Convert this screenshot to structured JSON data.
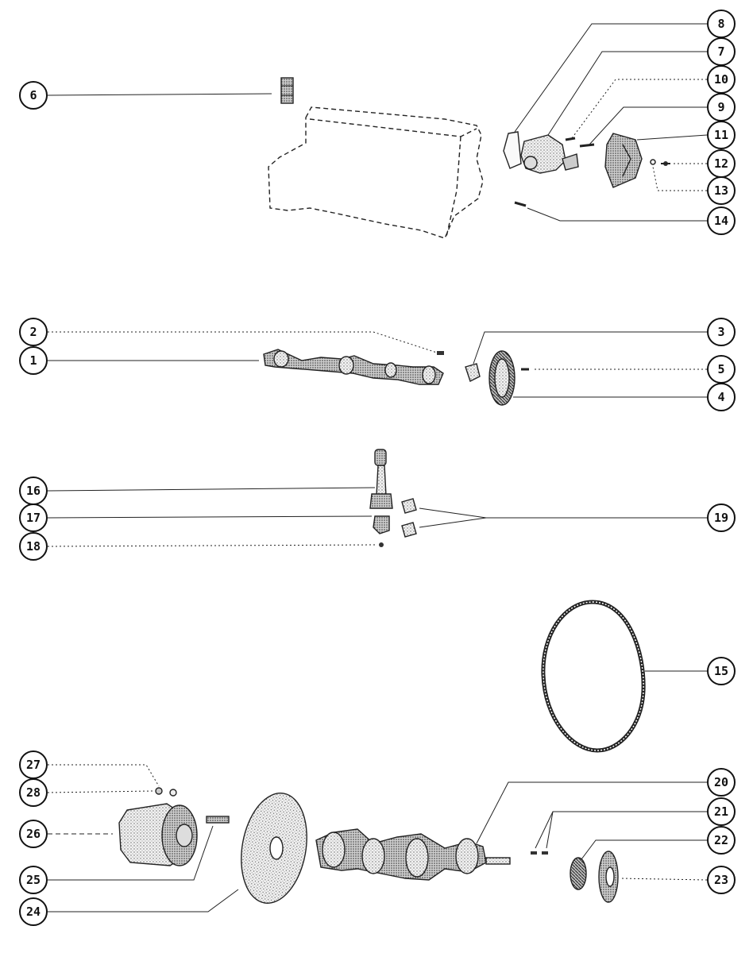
{
  "callouts": [
    {
      "id": "c6",
      "label": "6"
    },
    {
      "id": "c8",
      "label": "8"
    },
    {
      "id": "c7",
      "label": "7"
    },
    {
      "id": "c10",
      "label": "10"
    },
    {
      "id": "c9",
      "label": "9"
    },
    {
      "id": "c11",
      "label": "11"
    },
    {
      "id": "c12",
      "label": "12"
    },
    {
      "id": "c13",
      "label": "13"
    },
    {
      "id": "c14",
      "label": "14"
    },
    {
      "id": "c2",
      "label": "2"
    },
    {
      "id": "c1",
      "label": "1"
    },
    {
      "id": "c3",
      "label": "3"
    },
    {
      "id": "c5",
      "label": "5"
    },
    {
      "id": "c4",
      "label": "4"
    },
    {
      "id": "c16",
      "label": "16"
    },
    {
      "id": "c17",
      "label": "17"
    },
    {
      "id": "c18",
      "label": "18"
    },
    {
      "id": "c19",
      "label": "19"
    },
    {
      "id": "c15",
      "label": "15"
    },
    {
      "id": "c27",
      "label": "27"
    },
    {
      "id": "c28",
      "label": "28"
    },
    {
      "id": "c26",
      "label": "26"
    },
    {
      "id": "c25",
      "label": "25"
    },
    {
      "id": "c24",
      "label": "24"
    },
    {
      "id": "c20",
      "label": "20"
    },
    {
      "id": "c21",
      "label": "21"
    },
    {
      "id": "c22",
      "label": "22"
    },
    {
      "id": "c23",
      "label": "23"
    }
  ]
}
